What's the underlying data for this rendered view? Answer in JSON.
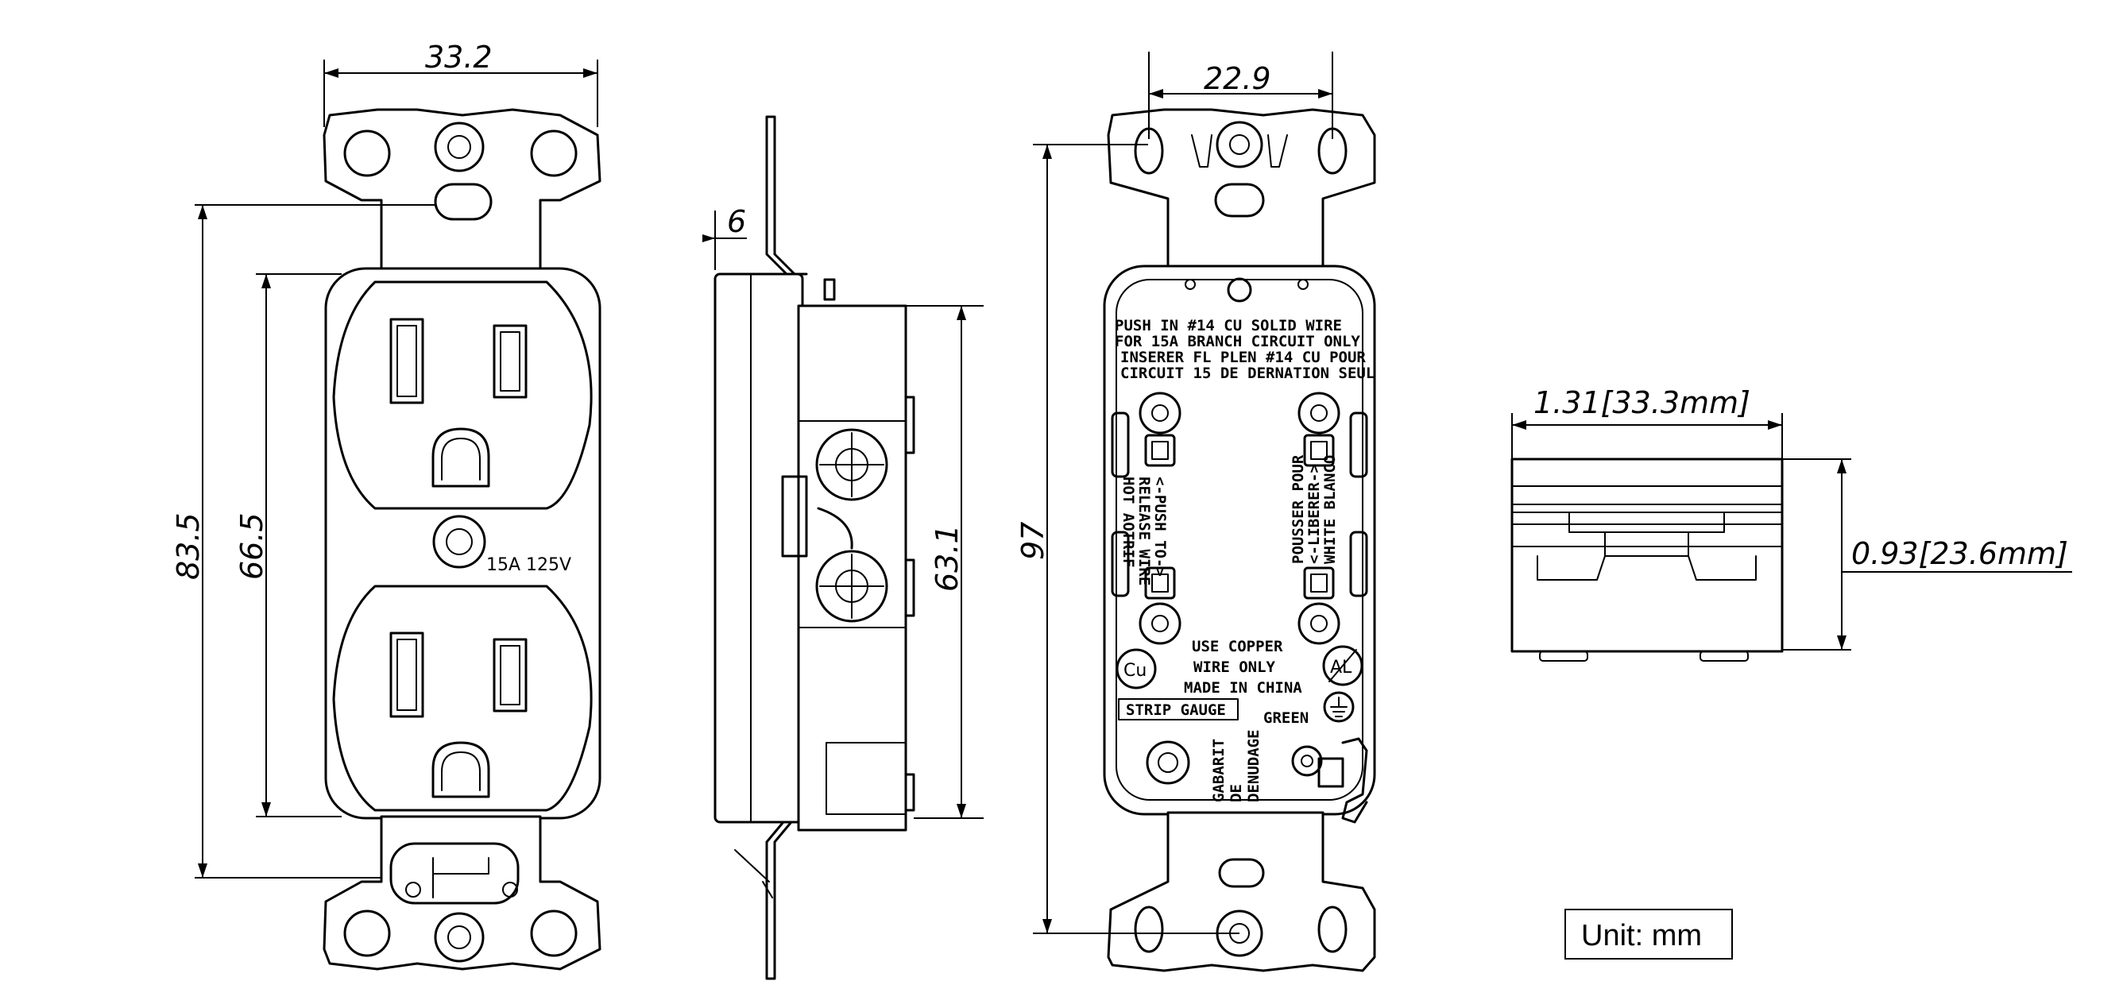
{
  "dimensions": {
    "front_width": "33.2",
    "front_height_outer": "83.5",
    "front_height_inner": "66.5",
    "side_depth": "6",
    "side_height": "63.1",
    "back_hole_spacing": "22.9",
    "back_height": "97",
    "box_width": "1.31[33.3mm]",
    "box_height": "0.93[23.6mm]"
  },
  "front_label": {
    "rating": "15A 125V"
  },
  "back_labels": {
    "notice_lines": [
      "PUSH IN #14    CU SOLID WIRE",
      "FOR 15A BRANCH CIRCUIT ONLY",
      "INSERER FL PLEN #14 CU POUR",
      "CIRCUIT 15 DE DERNATION SEUL"
    ],
    "left_vertical_lines": [
      "<-PUSH TO->",
      "RELEASE WIRE",
      "HOT  AOTRIF"
    ],
    "right_vertical_lines": [
      "POUSSER POUR",
      "<-LIBERER->",
      "WHITE BLANCO"
    ],
    "center_lines": [
      "USE COPPER",
      "WIRE ONLY",
      "MADE IN CHINA"
    ],
    "cu_mark": "Cu",
    "al_mark": "AL",
    "strip_gauge": "STRIP GAUGE",
    "green": "GREEN",
    "gabarit_lines": [
      "GABARIT",
      "DE",
      "DENUDAGE"
    ]
  },
  "unit_label": "Unit: mm"
}
